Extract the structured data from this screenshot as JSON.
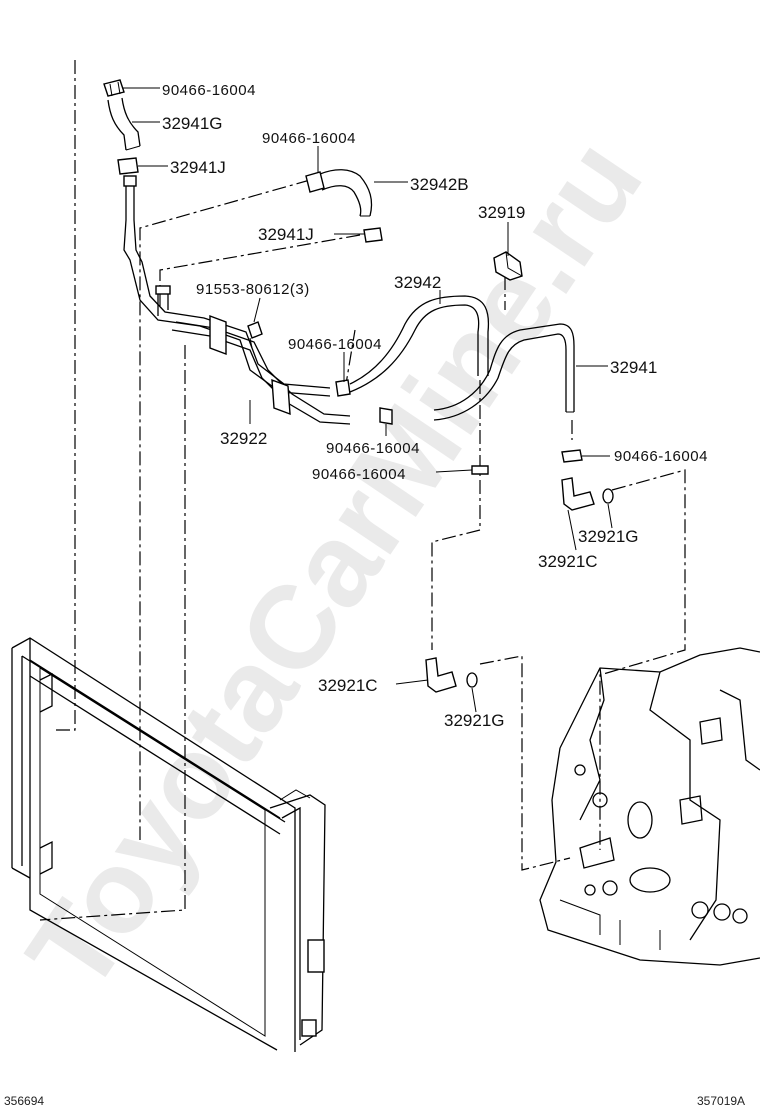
{
  "diagram": {
    "watermark": "ToyotaCarMine.ru",
    "footer_left": "356694",
    "footer_right": "357019A",
    "labels": {
      "clamp_top": "90466-16004",
      "hose_g": "32941G",
      "clip_j_top": "32941J",
      "clamp_b": "90466-16004",
      "hose_b": "32942B",
      "bracket": "32919",
      "clip_j_mid": "32941J",
      "bolt": "91553-80612(3)",
      "hose_32942": "32942",
      "clamp_mid": "90466-16004",
      "hose_32941": "32941",
      "pipe": "32922",
      "clamp_low1": "90466-16004",
      "clamp_low2": "90466-16004",
      "clamp_right": "90466-16004",
      "oring_right": "32921G",
      "union_right": "32921C",
      "union_low": "32921C",
      "oring_low": "32921G"
    }
  }
}
